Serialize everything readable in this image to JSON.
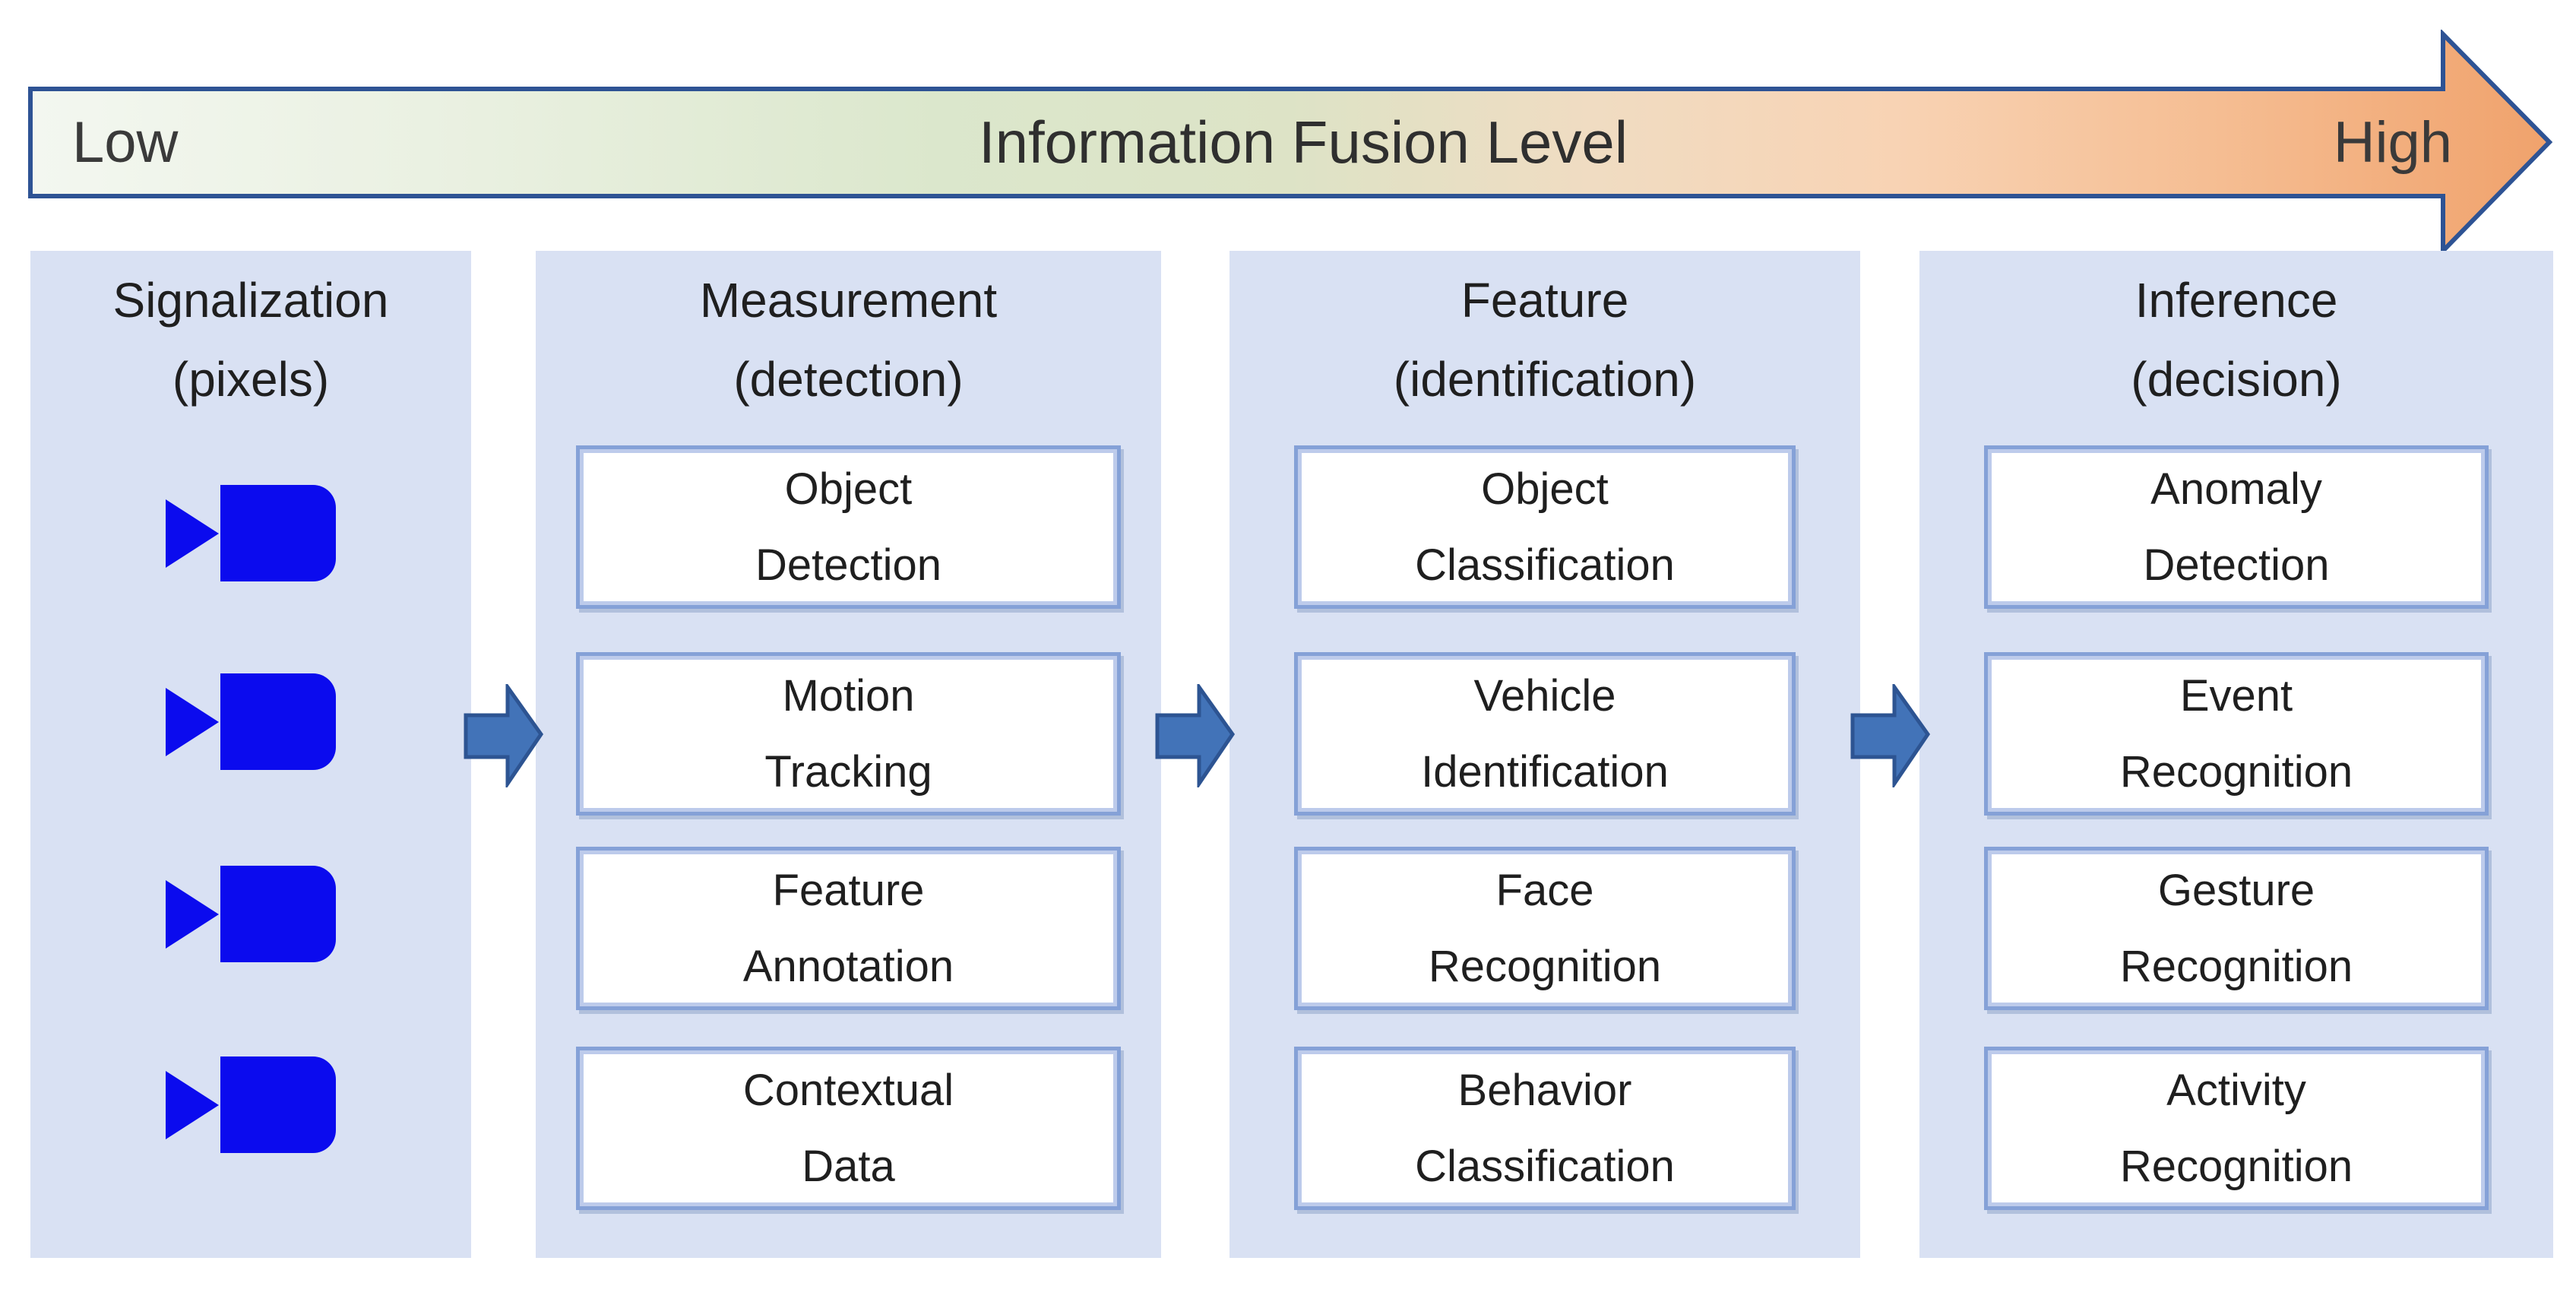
{
  "banner": {
    "low_label": "Low",
    "title": "Information Fusion Level",
    "high_label": "High",
    "gradient_stops": [
      "#f3f7f0",
      "#e9f0e0",
      "#dbe7cc",
      "#dde3c6",
      "#f0dcc2",
      "#f8d3b4",
      "#f5bd92",
      "#f0a26c"
    ]
  },
  "colors": {
    "banner_border": "#2e5394",
    "panel_bg": "#d9e1f3",
    "box_bg": "#ffffff",
    "box_border": "#85a1d7",
    "box_border_inner": "#bdcbeb",
    "arrow_fill": "#4273b8",
    "arrow_border": "#2d5492",
    "camera_blue": "#0b0bee",
    "text": "#1f1f1f"
  },
  "columns": [
    {
      "title_line1": "Signalization",
      "title_line2": "(pixels)",
      "icons": [
        "video-camera-icon",
        "video-camera-icon",
        "video-camera-icon",
        "video-camera-icon"
      ]
    },
    {
      "title_line1": "Measurement",
      "title_line2": "(detection)",
      "items": [
        {
          "line1": "Object",
          "line2": "Detection"
        },
        {
          "line1": "Motion",
          "line2": "Tracking"
        },
        {
          "line1": "Feature",
          "line2": "Annotation"
        },
        {
          "line1": "Contextual",
          "line2": "Data"
        }
      ]
    },
    {
      "title_line1": "Feature",
      "title_line2": "(identification)",
      "items": [
        {
          "line1": "Object",
          "line2": "Classification"
        },
        {
          "line1": "Vehicle",
          "line2": "Identification"
        },
        {
          "line1": "Face",
          "line2": "Recognition"
        },
        {
          "line1": "Behavior",
          "line2": "Classification"
        }
      ]
    },
    {
      "title_line1": "Inference",
      "title_line2": "(decision)",
      "items": [
        {
          "line1": "Anomaly",
          "line2": "Detection"
        },
        {
          "line1": "Event",
          "line2": "Recognition"
        },
        {
          "line1": "Gesture",
          "line2": "Recognition"
        },
        {
          "line1": "Activity",
          "line2": "Recognition"
        }
      ]
    }
  ],
  "flow_arrows": [
    "flow-arrow-icon",
    "flow-arrow-icon",
    "flow-arrow-icon"
  ]
}
